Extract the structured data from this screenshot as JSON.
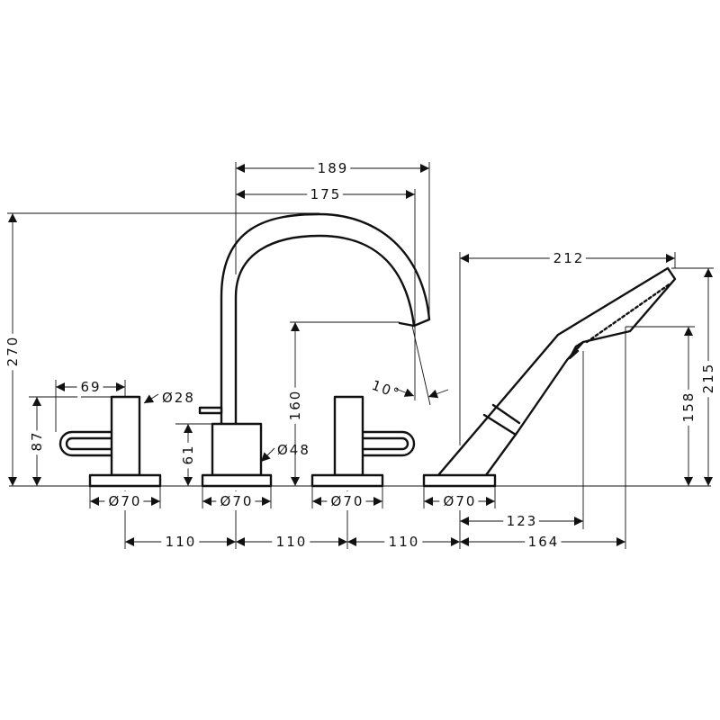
{
  "title": "Bath mixer 4-hole rim-mounted with hand shower – dimensions",
  "dimensions": {
    "spout_reach_outer": "189",
    "spout_reach_inner": "175",
    "total_height": "270",
    "handle_height": "87",
    "handle_length": "69",
    "handle_diameter": "Ø28",
    "spout_base_height": "61",
    "spout_base_diameter": "Ø48",
    "spout_outlet_height": "160",
    "spout_angle": "10°",
    "base_diameter_1": "Ø70",
    "base_diameter_2": "Ø70",
    "base_diameter_3": "Ø70",
    "base_diameter_4": "Ø70",
    "spacing_1": "110",
    "spacing_2": "110",
    "spacing_3": "110",
    "shower_length": "212",
    "shower_height": "215",
    "shower_outlet_height": "158",
    "shower_reach_1": "123",
    "shower_reach_2": "164"
  },
  "colors": {
    "line": "#111111",
    "background": "#ffffff"
  }
}
